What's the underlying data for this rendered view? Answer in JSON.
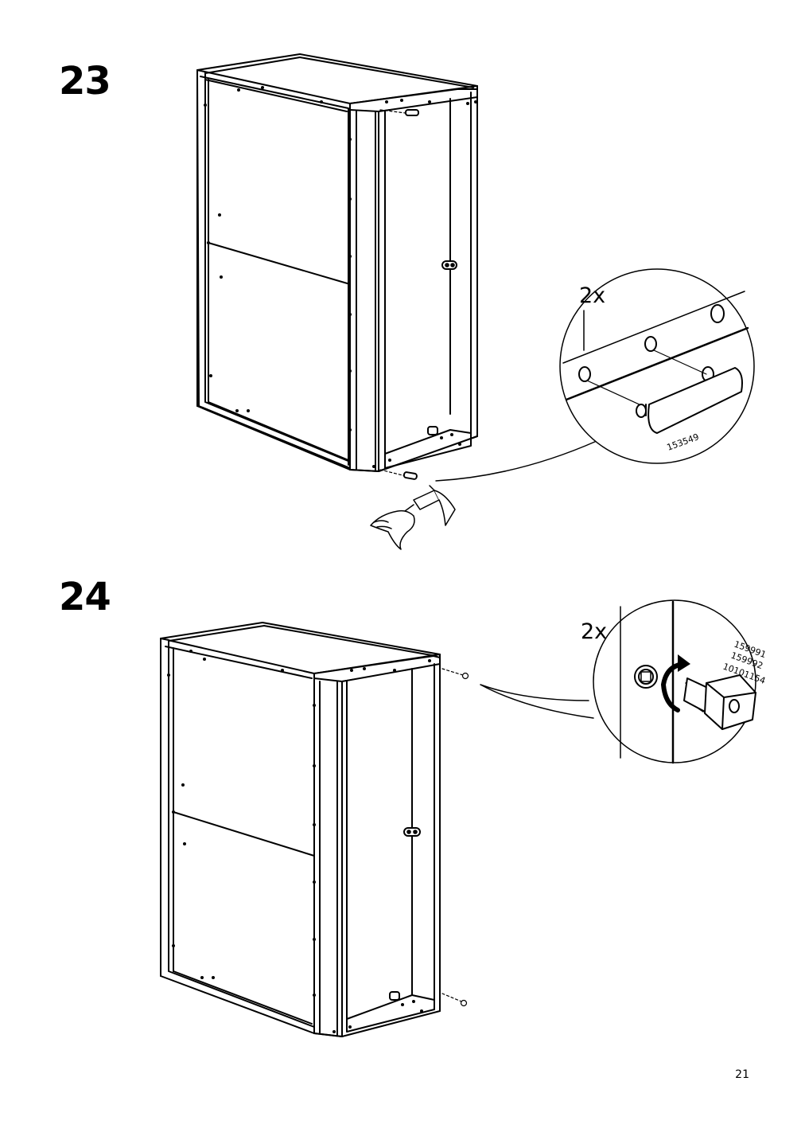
{
  "page": {
    "number": "21"
  },
  "steps": [
    {
      "number": "23",
      "detail": {
        "quantity": "2x",
        "part_numbers": [
          "153549"
        ]
      }
    },
    {
      "number": "24",
      "detail": {
        "quantity": "2x",
        "part_numbers": [
          "159991",
          "159992",
          "10101154"
        ]
      }
    }
  ],
  "icons": [
    "cabinet-frame",
    "dowel",
    "hammer",
    "hand",
    "adjustable-foot",
    "rotation-arrow"
  ]
}
